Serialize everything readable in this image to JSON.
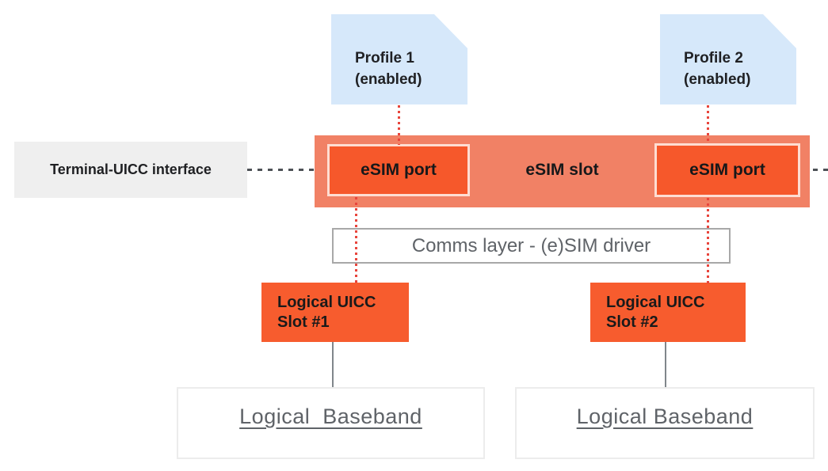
{
  "profiles": {
    "profile1": {
      "name": "Profile 1",
      "state": "(enabled)"
    },
    "profile2": {
      "name": "Profile 2",
      "state": "(enabled)"
    }
  },
  "terminal_interface_label": "Terminal-UICC interface",
  "esim_slot": {
    "label": "eSIM slot",
    "port1_label": "eSIM port",
    "port2_label": "eSIM port"
  },
  "comms_layer_label": "Comms layer - (e)SIM driver",
  "uicc_slots": {
    "slot1": {
      "line1": "Logical UICC",
      "line2": "Slot #1"
    },
    "slot2": {
      "line1": "Logical UICC",
      "line2": "Slot #2"
    }
  },
  "basebands": {
    "baseband1": "Logical  Baseband",
    "baseband2": "Logical Baseband"
  },
  "colors": {
    "profile_card_bg": "#d6e8fa",
    "esim_slot_bar_bg": "#f18165",
    "esim_port_bg": "#f6582b",
    "uicc_slot_bg": "#f75c2e",
    "terminal_label_bg": "#efefef",
    "red_dotted_connector": "#e8453c",
    "gray_connector": "#80868b",
    "dark_text": "#202124",
    "gray_text": "#5f6368"
  }
}
